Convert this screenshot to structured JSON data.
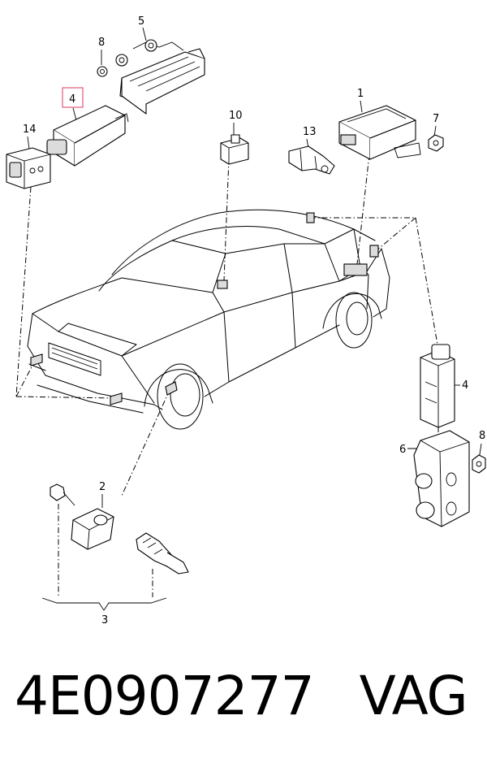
{
  "callouts": {
    "c1": "1",
    "c2": "2",
    "c3": "3",
    "c4a": "4",
    "c4b": "4",
    "c5": "5",
    "c6": "6",
    "c7": "7",
    "c8a": "8",
    "c8b": "8",
    "c10": "10",
    "c13": "13",
    "c14": "14"
  },
  "caption": {
    "part_number": "4E0907277",
    "brand": "VAG"
  },
  "colors": {
    "highlight_box": "#e05a7a"
  }
}
